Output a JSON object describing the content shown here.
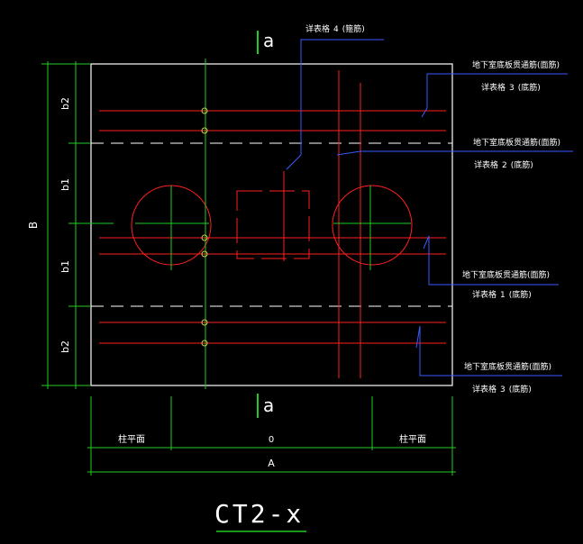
{
  "section_marks": {
    "top": "a",
    "bottom": "a"
  },
  "dims_left": {
    "total": "B",
    "b2_top": "b2",
    "b1_upper": "b1",
    "b1_lower": "b1",
    "b2_bottom": "b2"
  },
  "dims_bottom": {
    "left_label": "柱平面",
    "middle_label": "0",
    "right_label": "柱平面",
    "total": "A"
  },
  "callouts": [
    {
      "line1": "详表格",
      "num": "4",
      "line2": "(箍筋)"
    },
    {
      "line1": "地下室底板贯通筋(面筋)",
      "num": "3",
      "line2": "(底筋)",
      "prefix": "详表格"
    },
    {
      "line1": "地下室底板贯通筋(面筋)",
      "num": "2",
      "line2": "(底筋)",
      "prefix": "详表格"
    },
    {
      "line1": "地下室底板贯通筋(面筋)",
      "num": "1",
      "line2": "(底筋)",
      "prefix": "详表格"
    },
    {
      "line1": "地下室底板贯通筋(面筋)",
      "num": "3",
      "line2": "(底筋)",
      "prefix": "详表格"
    }
  ],
  "title": "CT2-x",
  "colors": {
    "bg": "#000000",
    "outline": "#ffffff",
    "rebar": "#ff2020",
    "axis": "#22cc22",
    "callout": "#3a5cff",
    "text": "#ffffff"
  }
}
